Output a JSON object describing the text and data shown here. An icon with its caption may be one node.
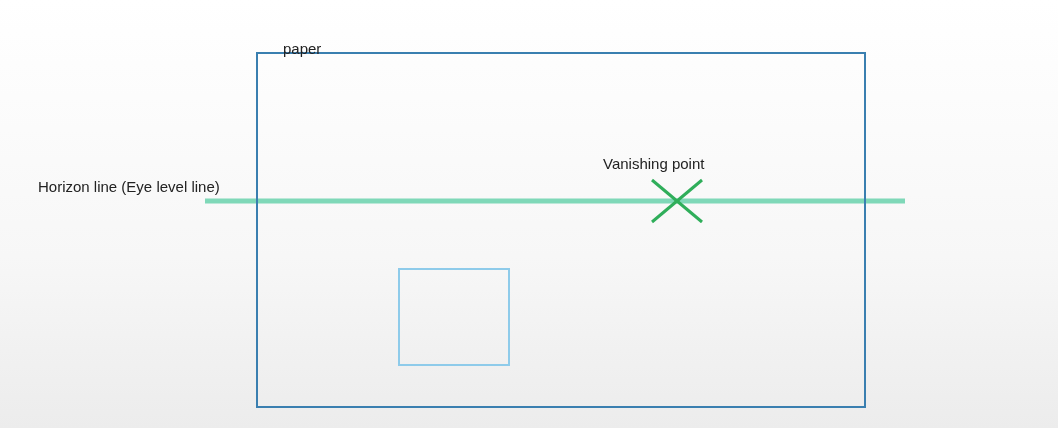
{
  "diagram": {
    "nodes": [
      {
        "text": [
          "paper"
        ]
      },
      {
        "text": [],
        "shape": "box",
        "in": 0
      }
    ],
    "edges": [],
    "labels": [
      "Horizon line (Eye level line)",
      "Vanishing point"
    ]
  }
}
